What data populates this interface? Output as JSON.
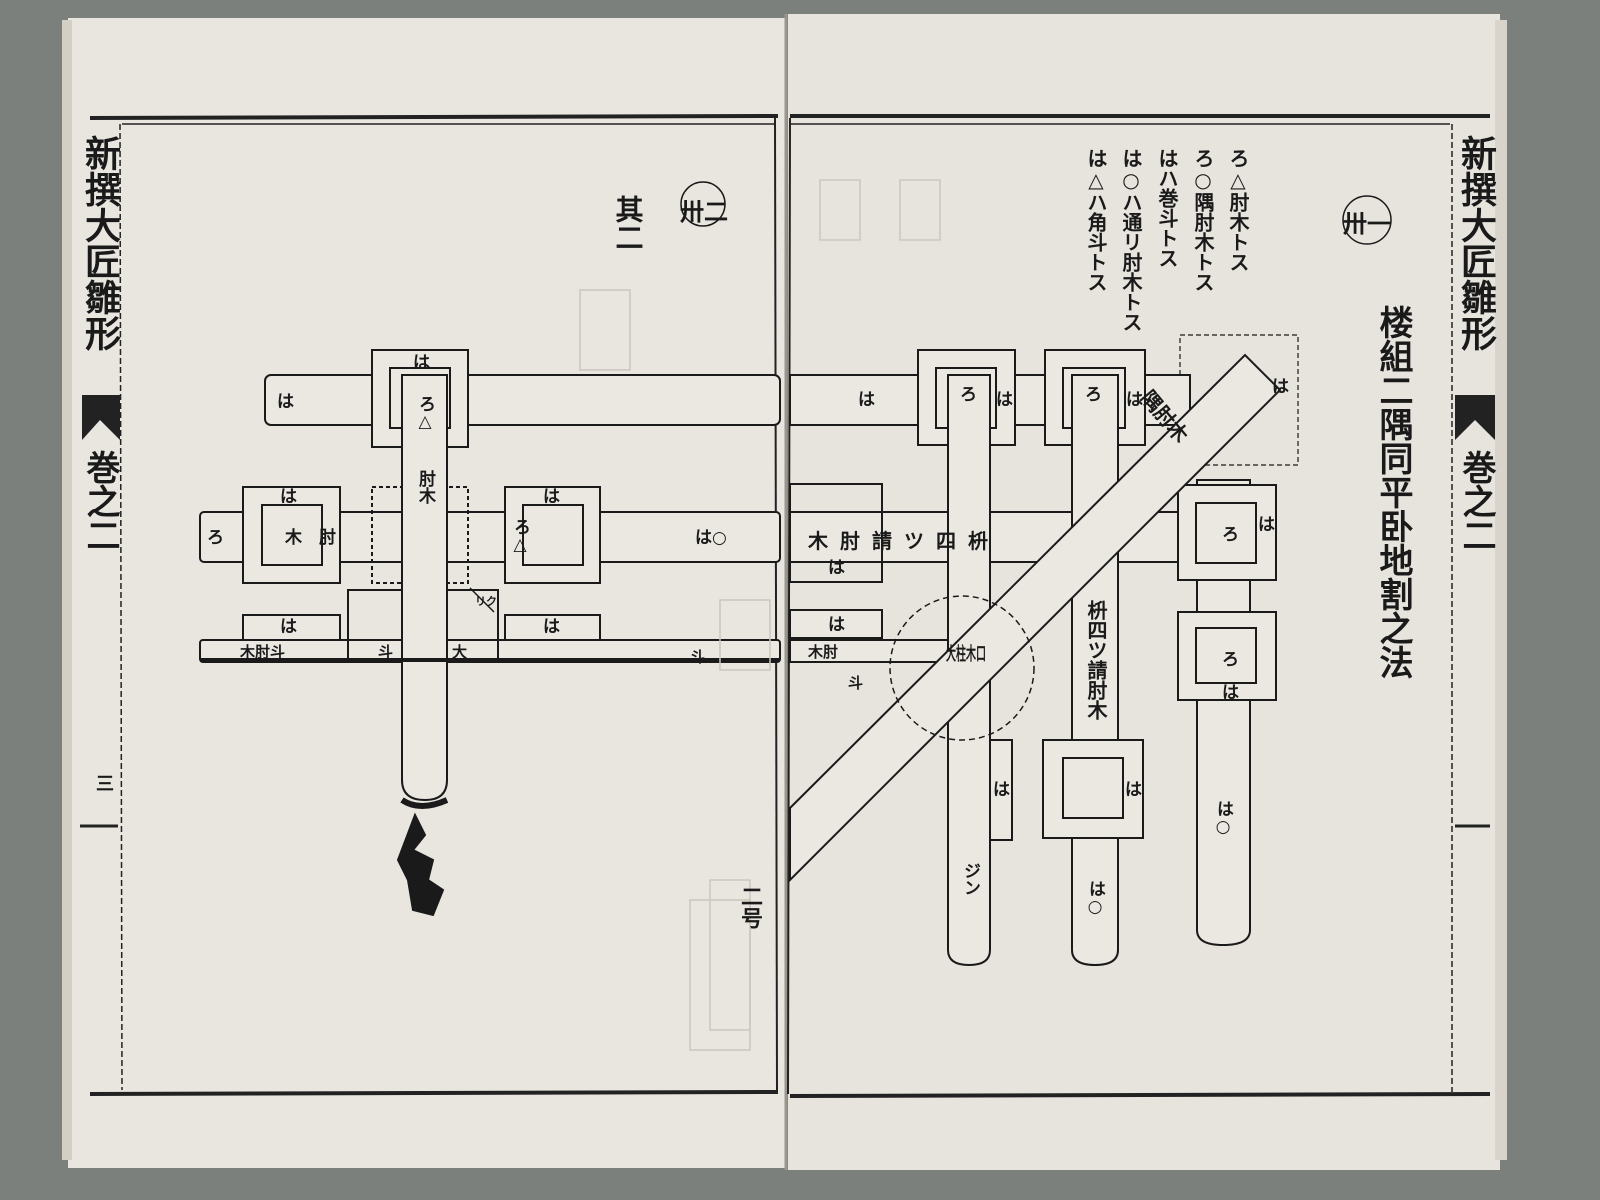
{
  "book": {
    "spine_title": "新撰大匠雛形",
    "volume": "巻之二"
  },
  "left_page": {
    "plate_number": "卅二",
    "subtitle": "其二",
    "page_number": "三",
    "labels": {
      "ha": "は",
      "ro": "ろ",
      "ro_tri": "ろ△",
      "ha_circle": "は○",
      "hijiki": "肘木",
      "hijiki_h": "木　肘",
      "to": "斗",
      "dai": "大",
      "riku": "リク",
      "to_hijiki": "木肘斗"
    }
  },
  "right_page": {
    "plate_number": "卅一",
    "title": "楼組二隅同平卧地割之法",
    "legend": [
      "ろ△肘木トス",
      "ろ○隅肘木トス",
      "はハ巻斗トス",
      "は○ハ通リ肘木トス",
      "は△ハ角斗トス"
    ],
    "labels": {
      "masu_yotsu_h": "木肘請ツ四枡",
      "masu_yotsu_v": "枡四ツ請肘木",
      "daichu": "大柱木口",
      "sumi_hijiki": "隅肘木",
      "jin": "ジン",
      "nigo": "二号",
      "ha": "は",
      "ro": "ろ",
      "ha_circle": "は○",
      "to_hijiki": "木肘",
      "to": "斗"
    }
  }
}
